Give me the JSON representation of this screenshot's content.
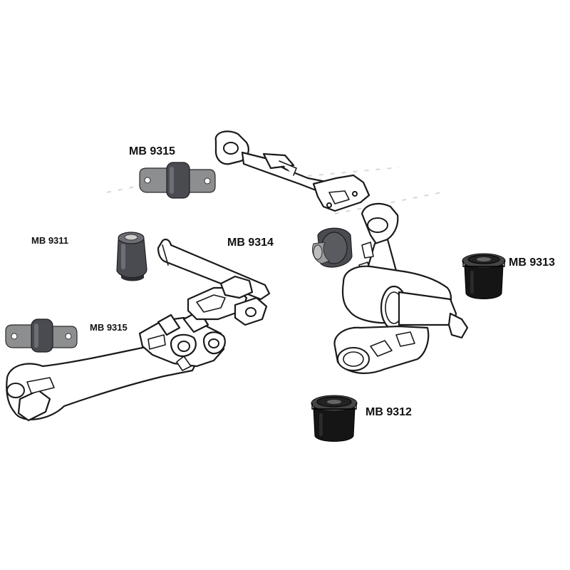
{
  "labels": {
    "mb9315_top": "MB 9315",
    "mb9311": "MB 9311",
    "mb9314": "MB 9314",
    "mb9315_left": "MB 9315",
    "mb9313": "MB 9313",
    "mb9312": "MB 9312"
  },
  "colors": {
    "bushing_rubber": "#4a4b50",
    "bushing_plate": "#8d8e90",
    "bushing_black": "#151515",
    "outline": "#1a1a1a"
  }
}
